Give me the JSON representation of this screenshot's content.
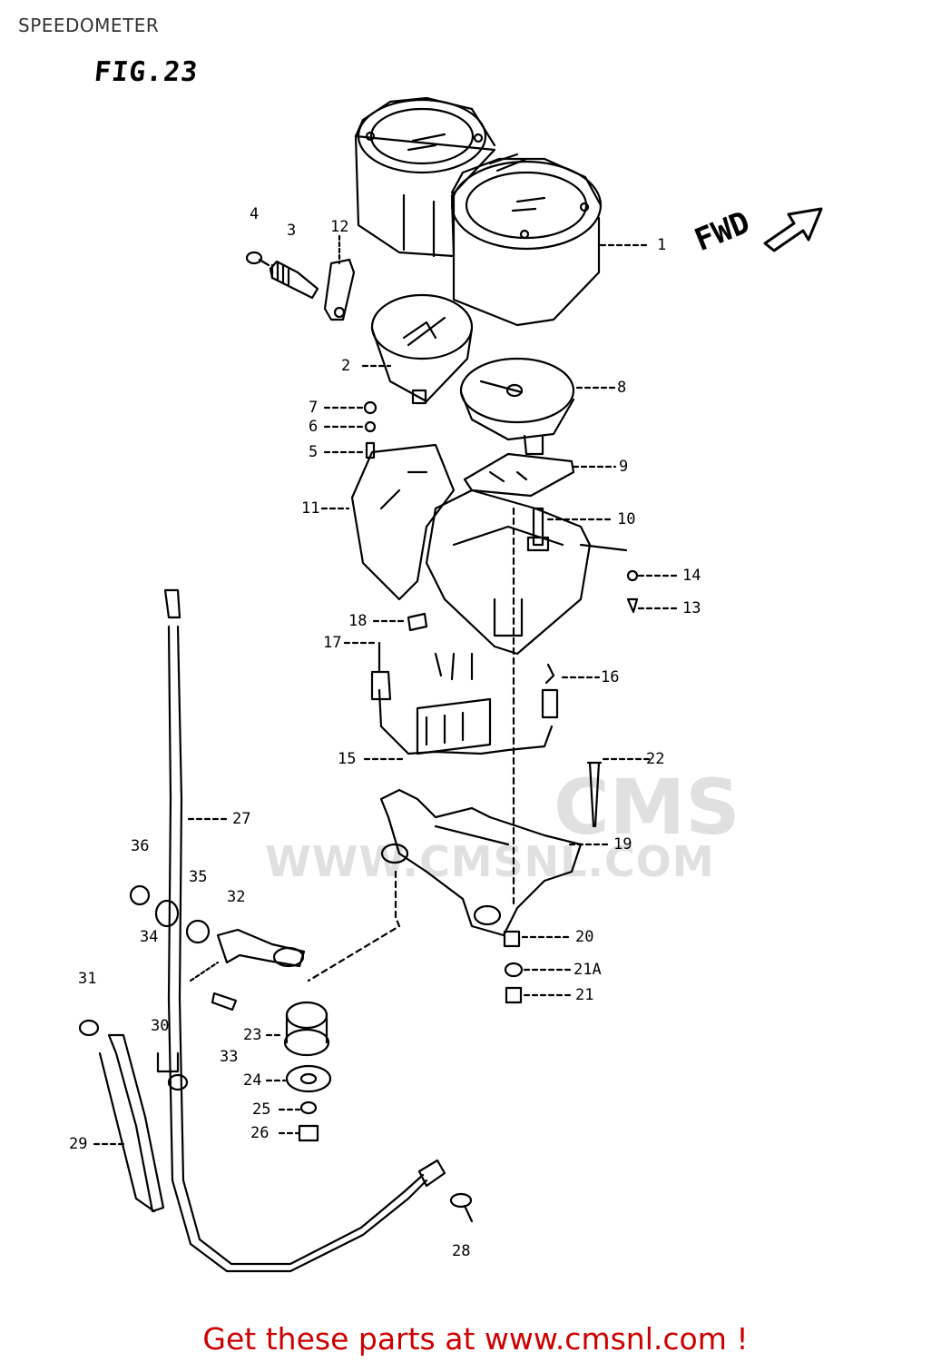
{
  "page": {
    "title": "SPEEDOMETER",
    "figure": "FIG.23",
    "direction_label": "FWD"
  },
  "watermark": {
    "site": "WWW.CMSNL.COM",
    "logo": "CMS"
  },
  "callouts": {
    "c1": "1",
    "c2": "2",
    "c3": "3",
    "c4": "4",
    "c5": "5",
    "c6": "6",
    "c7": "7",
    "c8": "8",
    "c9": "9",
    "c10": "10",
    "c11": "11",
    "c12": "12",
    "c13": "13",
    "c14": "14",
    "c15": "15",
    "c16": "16",
    "c17": "17",
    "c18": "18",
    "c19": "19",
    "c20": "20",
    "c21": "21",
    "c21a": "21A",
    "c22": "22",
    "c23": "23",
    "c24": "24",
    "c25": "25",
    "c26": "26",
    "c27": "27",
    "c28": "28",
    "c29": "29",
    "c30": "30",
    "c31": "31",
    "c32": "32",
    "c33": "33",
    "c34": "34",
    "c35": "35",
    "c36": "36"
  },
  "footer": {
    "cta": "Get these parts at www.cmsnl.com !"
  }
}
